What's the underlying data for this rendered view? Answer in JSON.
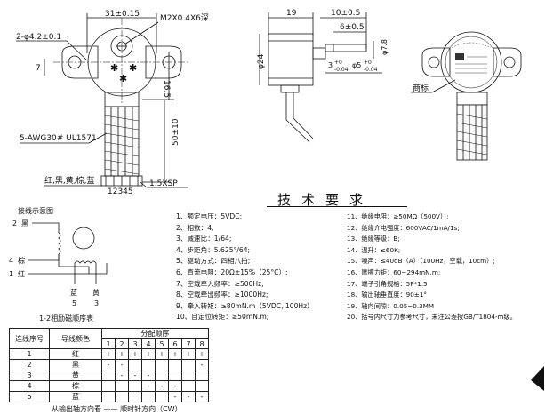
{
  "front_view": {
    "dim_width": "31±0.15",
    "dim_screw": "M2X0.4X6深",
    "dim_holes": "2-φ4.2±0.1",
    "dim_7": "7",
    "dim_16_5": "16.5",
    "dim_lead": "50±10",
    "wire_note": "5-AWG30# UL1571",
    "wire_colors": "红,黑,黄,棕,蓝",
    "pin_numbers": "12345",
    "connector": "1.5XSP"
  },
  "side_view": {
    "dim_19": "19",
    "dim_10": "10±0.5",
    "dim_6": "6±0.5",
    "dim_24": "φ24",
    "dim_shaft_top": "+0",
    "dim_shaft_bot": "-0.04",
    "dim_shaft_left": "3",
    "dim_phi5": "φ5",
    "dim_phi5_top": "+0",
    "dim_phi5_bot": "-0.04",
    "dim_side": "φ7.8"
  },
  "label_view": {
    "trademark": "商标"
  },
  "wiring": {
    "title": "接线示意图",
    "pin2": "2",
    "color2": "黑",
    "pin4": "4",
    "color4": "棕",
    "pin1": "1",
    "color1": "红",
    "blue": "蓝",
    "pin5": "5",
    "yellow": "黄",
    "pin3": "3",
    "caption": "1-2相励磁顺序表"
  },
  "spec": {
    "title": "技术要求",
    "left": [
      "1、额定电压：5VDC;",
      "2、相数：4;",
      "3、减速比：1/64;",
      "4、步距角：5.625°/64;",
      "5、驱动方式：四相八拍;",
      "6、直流电阻：20Ω±15%（25°C）;",
      "7、空载牵入频率：≥500Hz;",
      "8、空载牵出频率：≥1000Hz;",
      "9、牵入转矩：≥80mN.m（5VDC, 100Hz）",
      "10、自定位转矩：≥50mN.m;"
    ],
    "right": [
      "11、绝缘电阻：≥50MΩ（500V）;",
      "12、绝缘介电强度：600VAC/1mA/1s;",
      "13、绝缘等级：B;",
      "14、温升：≤60K;",
      "15、噪声：≤40dB（A）（100Hz，空载，10cm）;",
      "16、摩擦力矩：60~294mN.m;",
      "17、端子引角规格：5P*1.5",
      "18、输出轴垂直度：90±1°",
      "19、轴向间隙：0.05~0.3MM",
      "20、括号内尺寸为参考尺寸，未注公差按GB/T1804-m级。"
    ]
  },
  "sequence_table": {
    "col_pin": "连线序号",
    "col_color": "导线颜色",
    "col_group": "分配顺序",
    "steps": [
      "1",
      "2",
      "3",
      "4",
      "5",
      "6",
      "7",
      "8"
    ],
    "rows": [
      {
        "pin": "1",
        "color": "红",
        "cells": [
          "+",
          "+",
          "+",
          "+",
          "+",
          "+",
          "+",
          "+"
        ]
      },
      {
        "pin": "2",
        "color": "黑",
        "cells": [
          "-",
          "-",
          "",
          "",
          "",
          "",
          "",
          "-"
        ]
      },
      {
        "pin": "3",
        "color": "黄",
        "cells": [
          "",
          "-",
          "-",
          "-",
          "",
          "",
          "",
          ""
        ]
      },
      {
        "pin": "4",
        "color": "棕",
        "cells": [
          "",
          "",
          "",
          "-",
          "-",
          "-",
          "",
          ""
        ]
      },
      {
        "pin": "5",
        "color": "蓝",
        "cells": [
          "",
          "",
          "",
          "",
          "",
          "-",
          "-",
          "-"
        ]
      }
    ],
    "footer": "从输出轴方向看 —— 顺时针方向（CW）"
  }
}
